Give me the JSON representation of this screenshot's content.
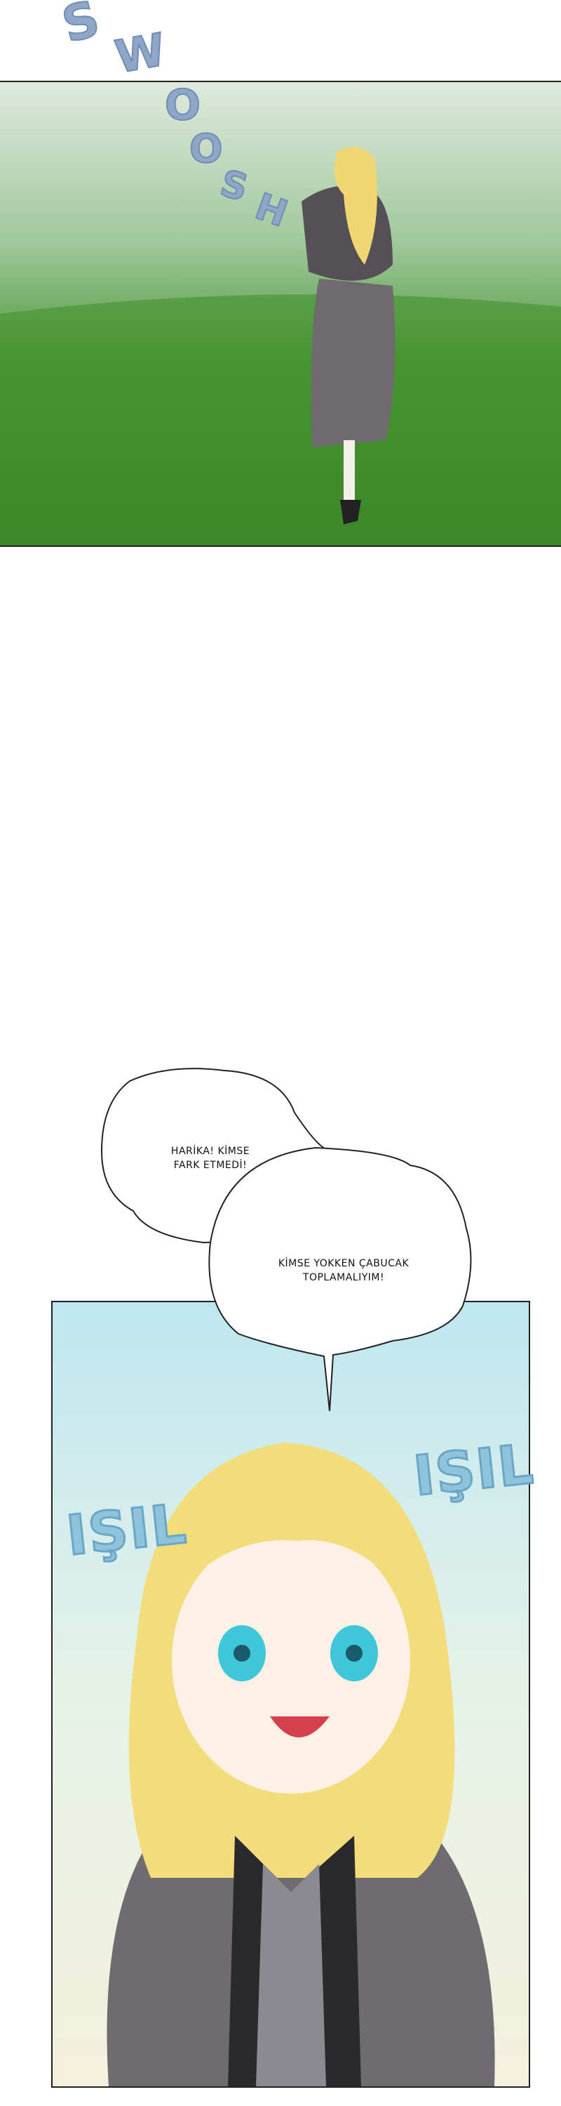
{
  "panel1": {
    "sfx": [
      "S",
      "W",
      "O",
      "O",
      "S",
      "H"
    ]
  },
  "panel2": {
    "bubble1": {
      "line1": "HARİKA! KİMSE",
      "line2": "FARK ETMEDİ!"
    },
    "bubble2": {
      "line1": "KİMSE YOKKEN ÇABUCAK",
      "line2": "TOPLAMALIYIM!"
    },
    "sfx_left": "IŞIL",
    "sfx_right": "IŞIL"
  },
  "colors": {
    "sky": "#bfe6f0",
    "grass": "#3f8a2c",
    "hair": "#f3dd7a",
    "eyes": "#3fc6d8",
    "sfx": "#8fa6c6"
  }
}
